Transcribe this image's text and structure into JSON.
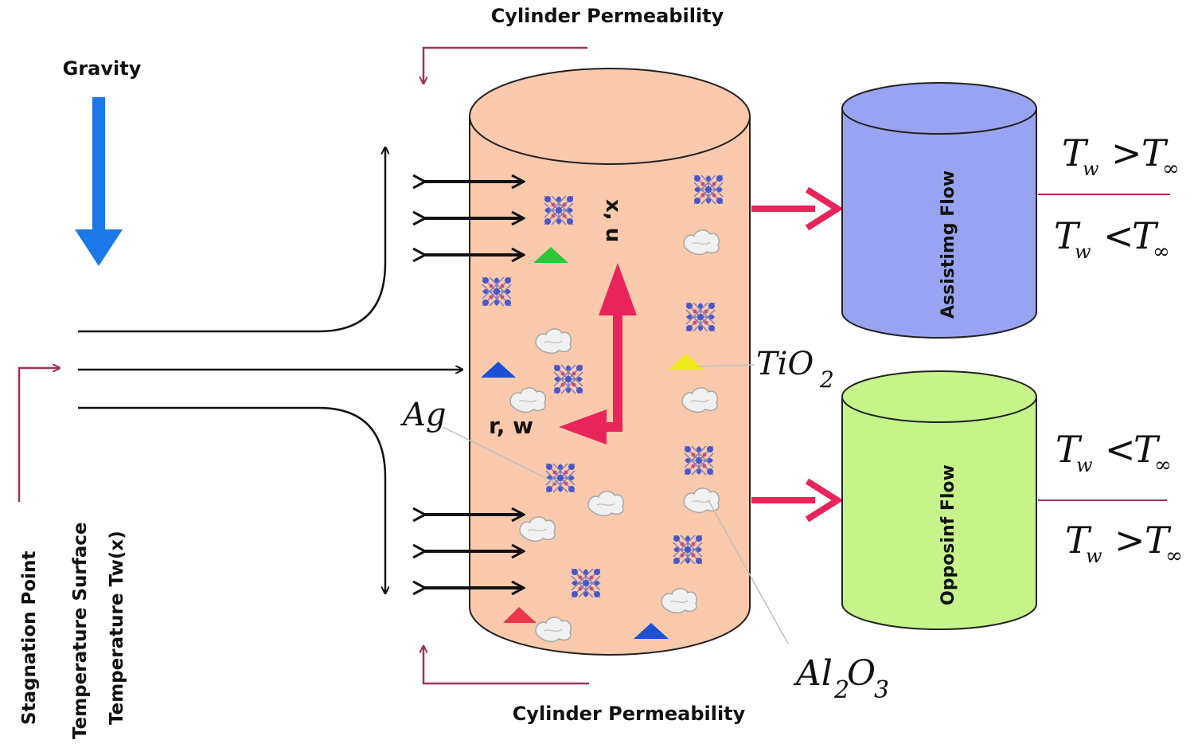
{
  "labels": {
    "cylinder_permeability_top": "Cylinder Permeability",
    "cylinder_permeability_bottom": "Cylinder Permeability",
    "gravity": "Gravity",
    "stagnation_point": "Stagnation Point",
    "temperature_surface_line1": "Temperature Surface",
    "temperature_surface_line2": "Temperature Tw(x)",
    "axis_x": "x, u",
    "axis_r": "r, w",
    "assisting_flow": "Assistimg Flow",
    "opposing_flow": "Opposinf Flow"
  },
  "nanoparticles": {
    "ag": "Ag",
    "tio2_main": "TiO",
    "tio2_sub": "2",
    "al2o3_a": "Al",
    "al2o3_sub1": "2",
    "al2o3_b": "O",
    "al2o3_sub2": "3"
  },
  "conditions": {
    "T": "T",
    "w": "w",
    "inf": "∞",
    "gt": ">",
    "lt": "<"
  },
  "colors": {
    "cylinder": "#fbc9ab",
    "assisting": "#9aa3f2",
    "opposing": "#c6f48a",
    "gravity_arrow": "#1a78e8",
    "axis_arrow": "#e8245a",
    "bracket": "#a0325e"
  }
}
